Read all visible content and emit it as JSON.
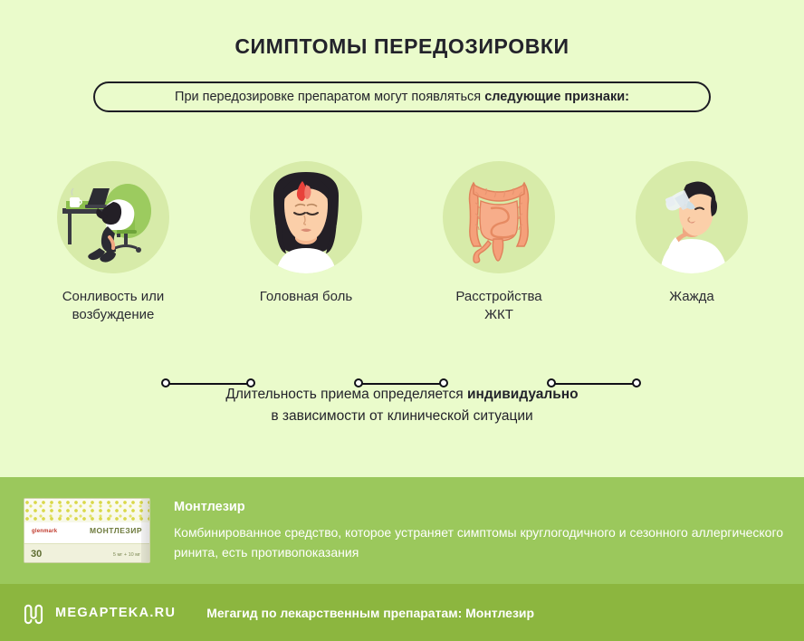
{
  "page": {
    "title": "СИМПТОМЫ ПЕРЕДОЗИРОВКИ",
    "background_color": "#eafbcb",
    "text_color": "#2b2b33"
  },
  "subtitle_pill": {
    "text_normal": "При передозировке препаратом могут появляться ",
    "text_bold": "следующие признаки:",
    "border_color": "#1d1d24"
  },
  "steps": [
    {
      "icon": "person-sleeping-at-desk-icon",
      "label": "Сонливость или\nвозбуждение",
      "circle_color": "#d7eba9"
    },
    {
      "icon": "woman-headache-icon",
      "label": "Головная боль",
      "circle_color": "#d7eba9"
    },
    {
      "icon": "intestines-icon",
      "label": "Расстройства\nЖКТ",
      "circle_color": "#d7eba9"
    },
    {
      "icon": "man-drinking-water-icon",
      "label": "Жажда",
      "circle_color": "#d7eba9"
    }
  ],
  "note": {
    "line1_normal": "Длительность приема определяется ",
    "line1_bold": "индивидуально",
    "line2": "в зависимости от клинической ситуации"
  },
  "product_banner": {
    "background_color": "#9bc85c",
    "box_name": "МОНТЛЕЗИР",
    "box_brand": "glenmark",
    "box_count": "30",
    "box_dose": "5 мг + 10 мг",
    "title": "Монтлезир",
    "description": "Комбинированное средство, которое устраняет симптомы круглогодичного и сезонного аллергического ринита, есть противопоказания"
  },
  "footer": {
    "background_color": "#8cb63f",
    "logo_word": "MEGAPTEKA.RU",
    "caption": "Мегагид по лекарственным препаратам: Монтлезир"
  }
}
